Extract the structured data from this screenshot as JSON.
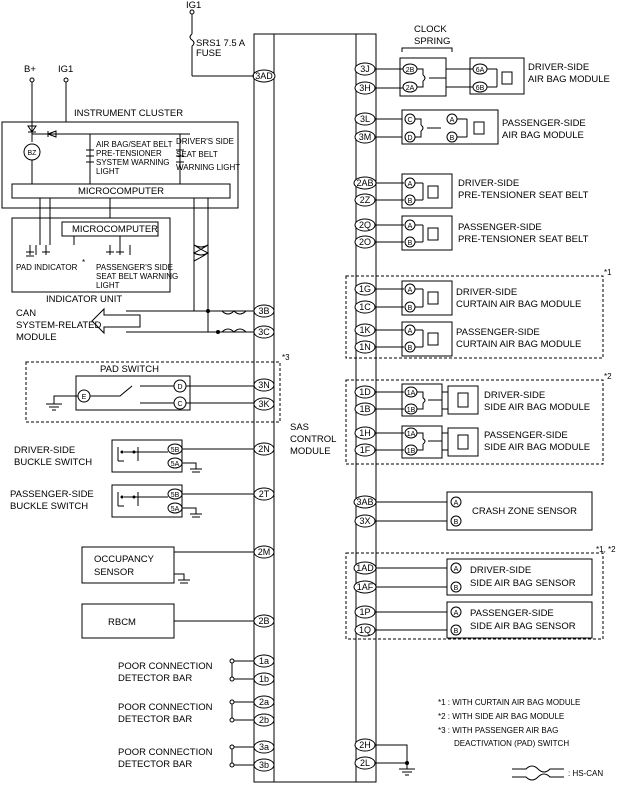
{
  "title_sas": [
    "SAS",
    "CONTROL",
    "MODULE"
  ],
  "fuse": {
    "ig": "IG1",
    "line1": "SRS1 7.5 A",
    "line2": "FUSE"
  },
  "clock_spring": [
    "CLOCK",
    "SPRING"
  ],
  "supplies": {
    "bplus": "B+",
    "ig1": "IG1"
  },
  "instrument_cluster": {
    "title": "INSTRUMENT CLUSTER",
    "bz": "BZ",
    "light1": [
      "AIR BAG/SEAT BELT",
      "PRE-TENSIONER",
      "SYSTEM WARNING",
      "LIGHT"
    ],
    "light2": [
      "DRIVER'S SIDE",
      "SEAT BELT",
      "WARNING LIGHT"
    ],
    "micro": "MICROCOMPUTER"
  },
  "indicator_unit": {
    "title": "INDICATOR UNIT",
    "micro": "MICROCOMPUTER",
    "pad": "PAD INDICATOR",
    "pad_mark": "*",
    "pass": [
      "PASSENGER'S SIDE",
      "SEAT BELT WARNING",
      "LIGHT"
    ]
  },
  "can_module": [
    "CAN",
    "SYSTEM-RELATED",
    "MODULE"
  ],
  "pad_switch": {
    "title": "PAD SWITCH",
    "note": "*3",
    "e": "E",
    "d": "D",
    "c": "C"
  },
  "driver_buckle": [
    "DRIVER-SIDE",
    "BUCKLE SWITCH"
  ],
  "pass_buckle": [
    "PASSENGER-SIDE",
    "BUCKLE SWITCH"
  ],
  "occupancy": [
    "OCCUPANCY",
    "SENSOR"
  ],
  "rbcm": "RBCM",
  "poor1": [
    "POOR CONNECTION",
    "DETECTOR BAR"
  ],
  "poor2": [
    "POOR CONNECTION",
    "DETECTOR BAR"
  ],
  "poor3": [
    "POOR CONNECTION",
    "DETECTOR BAR"
  ],
  "left_pins": {
    "p3AD": "3AD",
    "p3B": "3B",
    "p3C": "3C",
    "p3N": "3N",
    "p3K": "3K",
    "p2N": "2N",
    "p2T": "2T",
    "p2M": "2M",
    "p2B": "2B",
    "p1a": "1a",
    "p1b": "1b",
    "p2a": "2a",
    "p2b": "2b",
    "p3a": "3a",
    "p3b": "3b"
  },
  "right_pins": {
    "p3J": "3J",
    "p3H": "3H",
    "p3L": "3L",
    "p3M": "3M",
    "p2AB": "2AB",
    "p2Z": "2Z",
    "p2Q": "2Q",
    "p2O": "2O",
    "p1G": "1G",
    "p1C": "1C",
    "p1K": "1K",
    "p1N": "1N",
    "p1D": "1D",
    "p1B": "1B",
    "p1H": "1H",
    "p1F": "1F",
    "p3AB": "3AB",
    "p3X": "3X",
    "p1AD": "1AD",
    "p1AF": "1AF",
    "p1P": "1P",
    "p1Q": "1Q",
    "p2H": "2H",
    "p2L": "2L"
  },
  "sub_pins": {
    "c2B": "2B",
    "c2A": "2A",
    "c6A": "6A",
    "c6B": "6B",
    "cC": "C",
    "cD": "D",
    "A": "A",
    "B": "B",
    "c1A": "1A",
    "c1B": "1B",
    "c5B": "5B",
    "c5A": "5A"
  },
  "modules": {
    "m1": [
      "DRIVER-SIDE",
      "AIR BAG MODULE"
    ],
    "m2": [
      "PASSENGER-SIDE",
      "AIR BAG MODULE"
    ],
    "m3": [
      "DRIVER-SIDE",
      "PRE-TENSIONER SEAT BELT"
    ],
    "m4": [
      "PASSENGER-SIDE",
      "PRE-TENSIONER SEAT BELT"
    ],
    "m5": [
      "DRIVER-SIDE",
      "CURTAIN AIR BAG MODULE"
    ],
    "m6": [
      "PASSENGER-SIDE",
      "CURTAIN AIR BAG MODULE"
    ],
    "m7": [
      "DRIVER-SIDE",
      "SIDE AIR BAG MODULE"
    ],
    "m8": [
      "PASSENGER-SIDE",
      "SIDE AIR BAG MODULE"
    ],
    "m9": "CRASH ZONE SENSOR",
    "m10": [
      "DRIVER-SIDE",
      "SIDE AIR BAG SENSOR"
    ],
    "m11": [
      "PASSENGER-SIDE",
      "SIDE AIR BAG SENSOR"
    ]
  },
  "notes_marks": {
    "n1": "*1",
    "n2": "*2",
    "n12": "*1, *2"
  },
  "legend": {
    "l1": "*1 : WITH CURTAIN AIR BAG MODULE",
    "l2": "*2 : WITH SIDE AIR BAG MODULE",
    "l3a": "*3 : WITH PASSENGER AIR BAG",
    "l3b": "DEACTIVATION (PAD) SWITCH",
    "hscan": ": HS-CAN"
  }
}
